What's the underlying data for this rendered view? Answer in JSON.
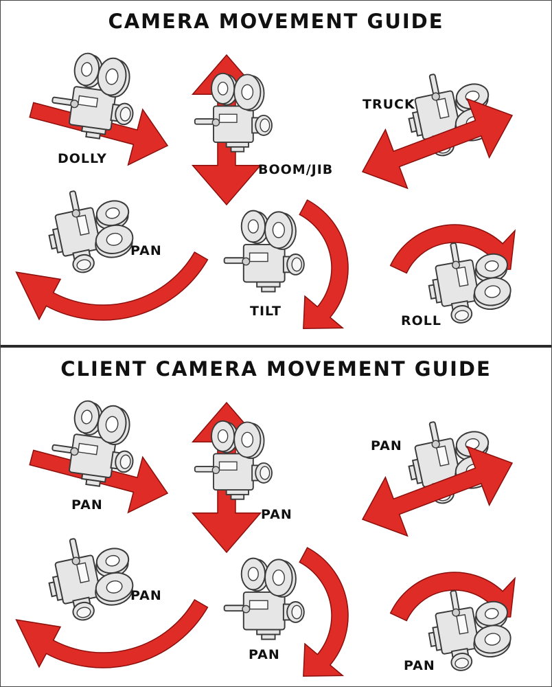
{
  "guides": [
    {
      "title": "CAMERA MOVEMENT GUIDE",
      "movements": [
        {
          "label": "DOLLY"
        },
        {
          "label": "BOOM/JIB"
        },
        {
          "label": "TRUCK"
        },
        {
          "label": "PAN"
        },
        {
          "label": "TILT"
        },
        {
          "label": "ROLL"
        }
      ]
    },
    {
      "title": "CLIENT CAMERA MOVEMENT GUIDE",
      "movements": [
        {
          "label": "PAN"
        },
        {
          "label": "PAN"
        },
        {
          "label": "PAN"
        },
        {
          "label": "PAN"
        },
        {
          "label": "PAN"
        },
        {
          "label": "PAN"
        }
      ]
    }
  ],
  "colors": {
    "arrow": "#e02c26",
    "arrow_outline": "#8a0e0b",
    "camera_body": "#e6e6e6",
    "camera_outline": "#3a3a3a"
  },
  "icons": [
    "movie-camera-icon",
    "straight-arrow-icon",
    "double-arrow-icon",
    "curved-arrow-icon"
  ]
}
